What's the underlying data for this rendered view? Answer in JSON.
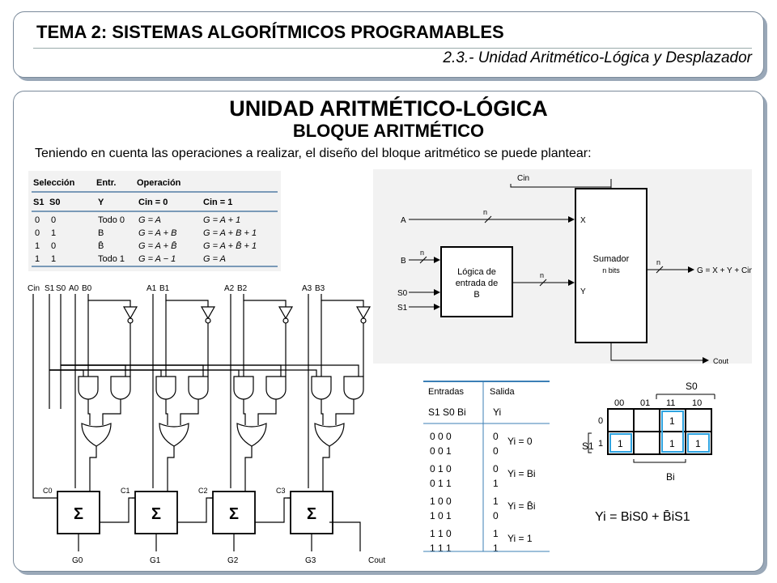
{
  "header": {
    "title": "TEMA 2: SISTEMAS ALGORÍTMICOS PROGRAMABLES",
    "subtitle": "2.3.- Unidad Aritmético-Lógica y Desplazador"
  },
  "main": {
    "title": "UNIDAD ARITMÉTICO-LÓGICA",
    "subtitle": "BLOQUE ARITMÉTICO",
    "intro": "Teniendo en cuenta las operaciones a realizar, el diseño del bloque aritmético se puede plantear:"
  },
  "op_table": {
    "group_headers": [
      "Selección",
      "Entr.",
      "Operación"
    ],
    "col_headers": [
      "S1",
      "S0",
      "Y",
      "Cin = 0",
      "Cin = 1"
    ],
    "rows": [
      {
        "s1": "0",
        "s0": "0",
        "y": "Todo 0",
        "c0": "G = A",
        "c1": "G = A + 1"
      },
      {
        "s1": "0",
        "s0": "1",
        "y": "B",
        "c0": "G = A + B",
        "c1": "G = A + B + 1"
      },
      {
        "s1": "1",
        "s0": "0",
        "y": "B̄",
        "c0": "G = A + B̄",
        "c1": "G = A + B̄ + 1"
      },
      {
        "s1": "1",
        "s0": "1",
        "y": "Todo 1",
        "c0": "G = A − 1",
        "c1": "G = A"
      }
    ]
  },
  "block_diagram": {
    "cin": "Cin",
    "a": "A",
    "b": "B",
    "s0": "S0",
    "s1": "S1",
    "n": "n",
    "logic_block": [
      "Lógica de",
      "entrada de",
      "B"
    ],
    "adder_title": "Sumador",
    "adder_sub": "n bits",
    "port_x": "X",
    "port_y": "Y",
    "output": "G = X + Y + Cin",
    "cout": "Cout"
  },
  "circuit": {
    "top_labels": [
      "Cin",
      "S1",
      "S0",
      "A0",
      "B0",
      "A1",
      "B1",
      "A2",
      "B2",
      "A3",
      "B3"
    ],
    "adder_symbol": "Σ",
    "carries": [
      "C0",
      "C1",
      "C2",
      "C3"
    ],
    "outputs": [
      "G0",
      "G1",
      "G2",
      "G3",
      "Cout"
    ]
  },
  "truth_table": {
    "headers": [
      "Entradas",
      "Salida"
    ],
    "subheaders": [
      "S1 S0 Bi",
      "Yi"
    ],
    "rows": [
      [
        "0 0 0",
        "0"
      ],
      [
        "0 0 1",
        "0"
      ],
      [
        "0 1 0",
        "0"
      ],
      [
        "0 1 1",
        "1"
      ],
      [
        "1 0 0",
        "1"
      ],
      [
        "1 0 1",
        "0"
      ],
      [
        "1 1 0",
        "1"
      ],
      [
        "1 1 1",
        "1"
      ]
    ],
    "group_exprs": [
      "Yi = 0",
      "Yi = Bi",
      "Yi = B̄i",
      "Yi = 1"
    ]
  },
  "kmap": {
    "top_var": "S0",
    "left_var": "S1",
    "bottom_var": "Bi",
    "col_codes": [
      "00",
      "01",
      "11",
      "10"
    ],
    "row_codes": [
      "0",
      "1"
    ],
    "cells": [
      [
        "",
        "",
        "1",
        ""
      ],
      [
        "1",
        "",
        "1",
        "1"
      ]
    ],
    "equation": "Yi = BiS0 + B̄iS1"
  }
}
